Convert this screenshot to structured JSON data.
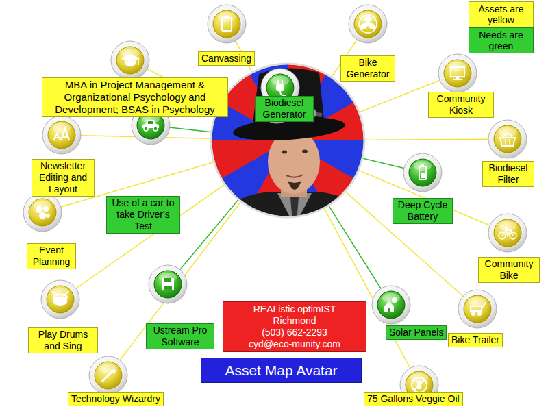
{
  "diagram": {
    "nodes": [
      {
        "text": [
          "Canvassing"
        ]
      },
      {
        "text": [
          "Bike Generator"
        ]
      },
      {
        "text": [
          "MBA in Project Management & Organizational Psychology and Development; BSAS in Psychology"
        ]
      },
      {
        "text": [
          "Biodiesel Generator"
        ]
      },
      {
        "text": [
          "Community Kiosk"
        ]
      },
      {
        "text": [
          "Newsletter Editing and Layout"
        ]
      },
      {
        "text": [
          "Use of a car to take Driver's Test"
        ]
      },
      {
        "text": [
          "Biodiesel Filter"
        ]
      },
      {
        "text": [
          "Deep Cycle Battery"
        ]
      },
      {
        "text": [
          "Event Planning"
        ]
      },
      {
        "text": [
          "Community Bike"
        ]
      },
      {
        "text": [
          "Play Drums and Sing"
        ]
      },
      {
        "text": [
          "Ustream Pro Software"
        ]
      },
      {
        "text": [
          "REAListic optimIST",
          "Richmond",
          "(503) 662-2293",
          "cyd@eco-munity.com"
        ]
      },
      {
        "text": [
          "Solar Panels"
        ]
      },
      {
        "text": [
          "Bike Trailer"
        ]
      },
      {
        "text": [
          "Asset Map Avatar"
        ]
      },
      {
        "text": [
          "Technology Wizardry"
        ]
      },
      {
        "text": [
          "75 Gallons Veggie Oil"
        ]
      }
    ],
    "legend": [
      {
        "text": "Assets are yellow",
        "color": "#ffff33"
      },
      {
        "text": "Needs are green",
        "color": "#33cc33"
      }
    ]
  }
}
